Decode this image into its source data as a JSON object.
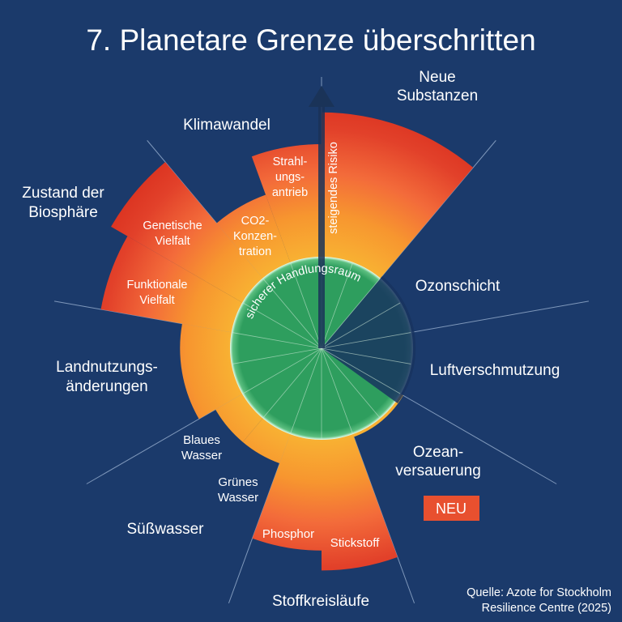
{
  "title": "7. Planetare Grenze überschritten",
  "arrow_label": "steigendes Risiko",
  "safe_zone_label": "sicherer Handlungsraum",
  "badge": "NEU",
  "source": [
    "Quelle: Azote for Stockholm",
    "Resilience Centre (2025)"
  ],
  "boundaries": [
    {
      "name": [
        "Neue",
        "Substanzen"
      ],
      "level": 2.6
    },
    {
      "name": [
        "Ozonschicht"
      ],
      "level": 0.9
    },
    {
      "name": [
        "Luftverschmutzung"
      ],
      "level": 0.9
    },
    {
      "name": [
        "Ozean-",
        "versauerung"
      ],
      "level": 1.04
    },
    {
      "name": [
        "Stoffkreisläufe"
      ],
      "sub": [
        {
          "name": [
            "Stickstoff"
          ],
          "level": 2.45
        },
        {
          "name": [
            "Phosphor"
          ],
          "level": 2.23
        }
      ]
    },
    {
      "name": [
        "Süßwasser"
      ],
      "sub": [
        {
          "name": [
            "Grünes",
            "Wasser"
          ],
          "level": 1.35
        },
        {
          "name": [
            "Blaues",
            "Wasser"
          ],
          "level": 1.35
        }
      ]
    },
    {
      "name": [
        "Landnutzungs-",
        "änderungen"
      ],
      "level": 1.56
    },
    {
      "name": [
        "Zustand der",
        "Biosphäre"
      ],
      "sub": [
        {
          "name": [
            "Funktionale",
            "Vielfalt"
          ],
          "level": 2.47
        },
        {
          "name": [
            "Genetische",
            "Vielfalt"
          ],
          "level": 2.68
        }
      ]
    },
    {
      "name": [
        "Klimawandel"
      ],
      "sub": [
        {
          "name": [
            "CO2-",
            "Konzen-",
            "tration"
          ],
          "level": 1.8
        },
        {
          "name": [
            "Strahl-",
            "ungs-",
            "antrieb"
          ],
          "level": 2.25
        }
      ]
    }
  ],
  "colors": {
    "background": "#1b3a6b",
    "safe": "#2e9e5e",
    "yellow": "#f7a833",
    "orange": "#f3703a",
    "red": "#e03a25",
    "badge": "#e8502f"
  }
}
